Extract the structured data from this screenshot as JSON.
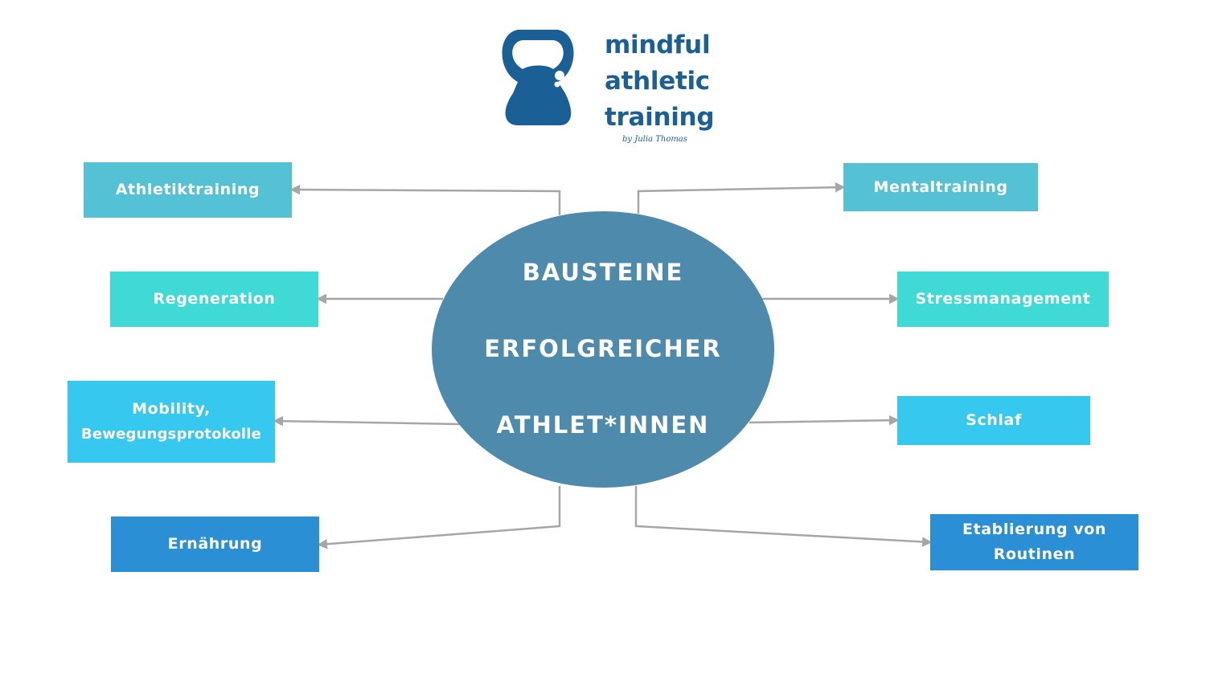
{
  "logo": {
    "line1": "mindful",
    "line2": "athletic",
    "line3": "training",
    "byline": "by Julia Thomas",
    "brand_color": "#1a5f96",
    "icon": "kettlebell-icon"
  },
  "center": {
    "line1": "BAUSTEINE",
    "line2": "ERFOLGREICHER",
    "line3": "ATHLET*INNEN",
    "color": "#4e8aab"
  },
  "nodes": {
    "athletiktraining": {
      "label": "Athletiktraining",
      "color": "#55c1d4"
    },
    "regeneration": {
      "label": "Regeneration",
      "color": "#3fd9d6"
    },
    "mobility_line1": "Mobility,",
    "mobility_line2": "Bewegungsprotokolle",
    "mobility_color": "#36c8ee",
    "ernaehrung": {
      "label": "Ernährung",
      "color": "#2b8fd6"
    },
    "mentaltraining": {
      "label": "Mentaltraining",
      "color": "#55c1d4"
    },
    "stressmanagement": {
      "label": "Stressmanagement",
      "color": "#3fd9d6"
    },
    "schlaf": {
      "label": "Schlaf",
      "color": "#36c8ee"
    },
    "routinen_line1": "Etablierung von",
    "routinen_line2": "Routinen",
    "routinen_color": "#2b8fd6"
  },
  "connector_color": "#a6a6a6"
}
